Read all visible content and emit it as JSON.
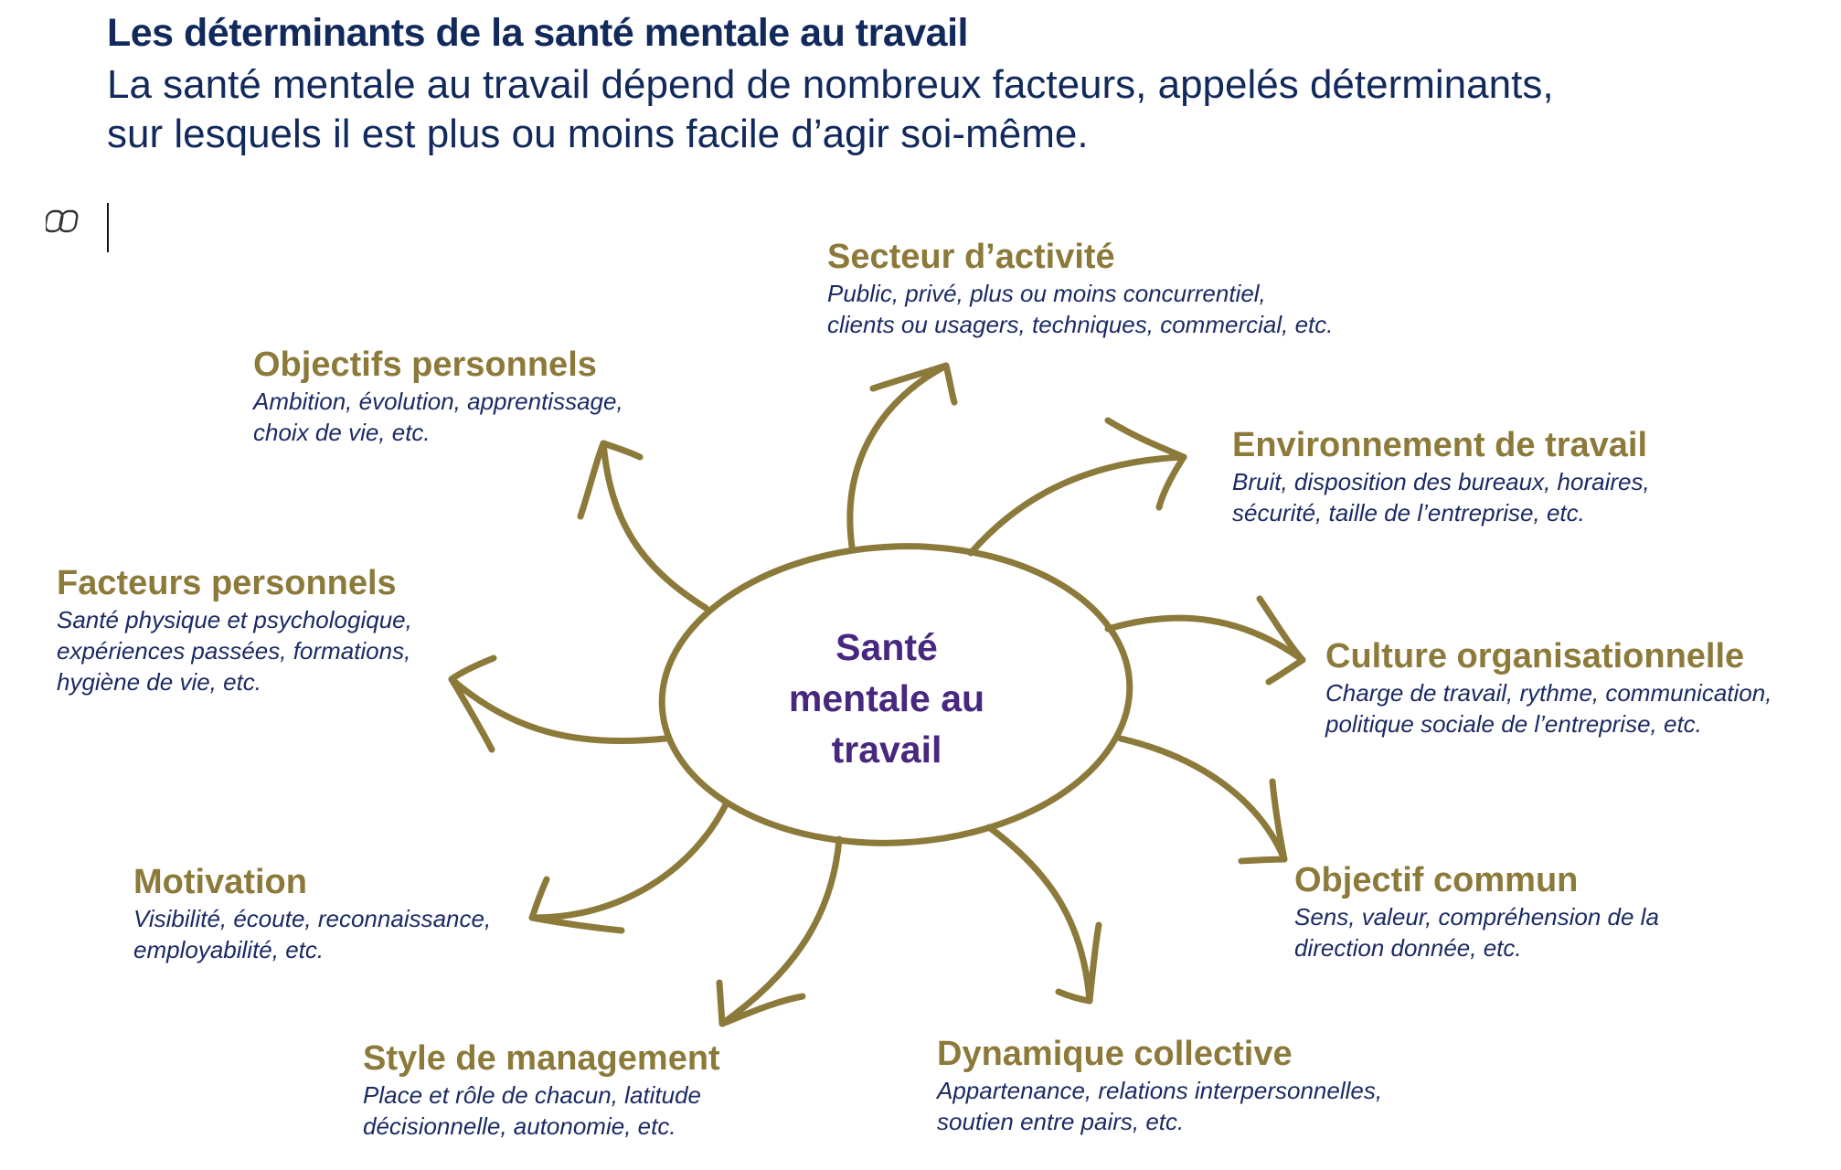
{
  "header": {
    "title": "Les déterminants de la santé mentale au travail",
    "subtitle_line1": "La santé mentale au travail dépend de nombreux facteurs, appelés déterminants,",
    "subtitle_line2": "sur lesquels il est plus ou moins facile d’agir soi-même."
  },
  "center": {
    "line1": "Santé",
    "line2": "mentale au",
    "line3": "travail"
  },
  "colors": {
    "arrow": "#8c7a3a",
    "heading": "#8c7a3a",
    "description": "#1b2a63",
    "center_text": "#47287e",
    "title": "#12295c"
  },
  "icons": {
    "toolbar": "copilot-icon"
  },
  "nodes": {
    "secteur": {
      "title": "Secteur d’activité",
      "line1": "Public, privé, plus ou moins concurrentiel,",
      "line2": "clients ou usagers, techniques, commercial, etc."
    },
    "objectifs_perso": {
      "title": "Objectifs personnels",
      "line1": "Ambition, évolution, apprentissage,",
      "line2": "choix de vie, etc."
    },
    "environnement": {
      "title": "Environnement de travail",
      "line1": "Bruit, disposition des bureaux, horaires,",
      "line2": "sécurité, taille de l’entreprise, etc."
    },
    "facteurs_perso": {
      "title": "Facteurs personnels",
      "line1": "Santé physique et psychologique,",
      "line2": "expériences passées, formations,",
      "line3": "hygiène de vie, etc."
    },
    "culture": {
      "title": "Culture organisationnelle",
      "line1": "Charge de travail, rythme, communication,",
      "line2": "politique sociale de l’entreprise, etc."
    },
    "motivation": {
      "title": "Motivation",
      "line1": "Visibilité, écoute, reconnaissance,",
      "line2": "employabilité, etc."
    },
    "objectif_commun": {
      "title": "Objectif commun",
      "line1": "Sens, valeur, compréhension de la",
      "line2": "direction donnée, etc."
    },
    "style": {
      "title": "Style de management",
      "line1": "Place et rôle de chacun, latitude",
      "line2": "décisionnelle, autonomie, etc."
    },
    "dynamique": {
      "title": "Dynamique collective",
      "line1": "Appartenance, relations interpersonnelles,",
      "line2": "soutien entre pairs, etc."
    }
  }
}
